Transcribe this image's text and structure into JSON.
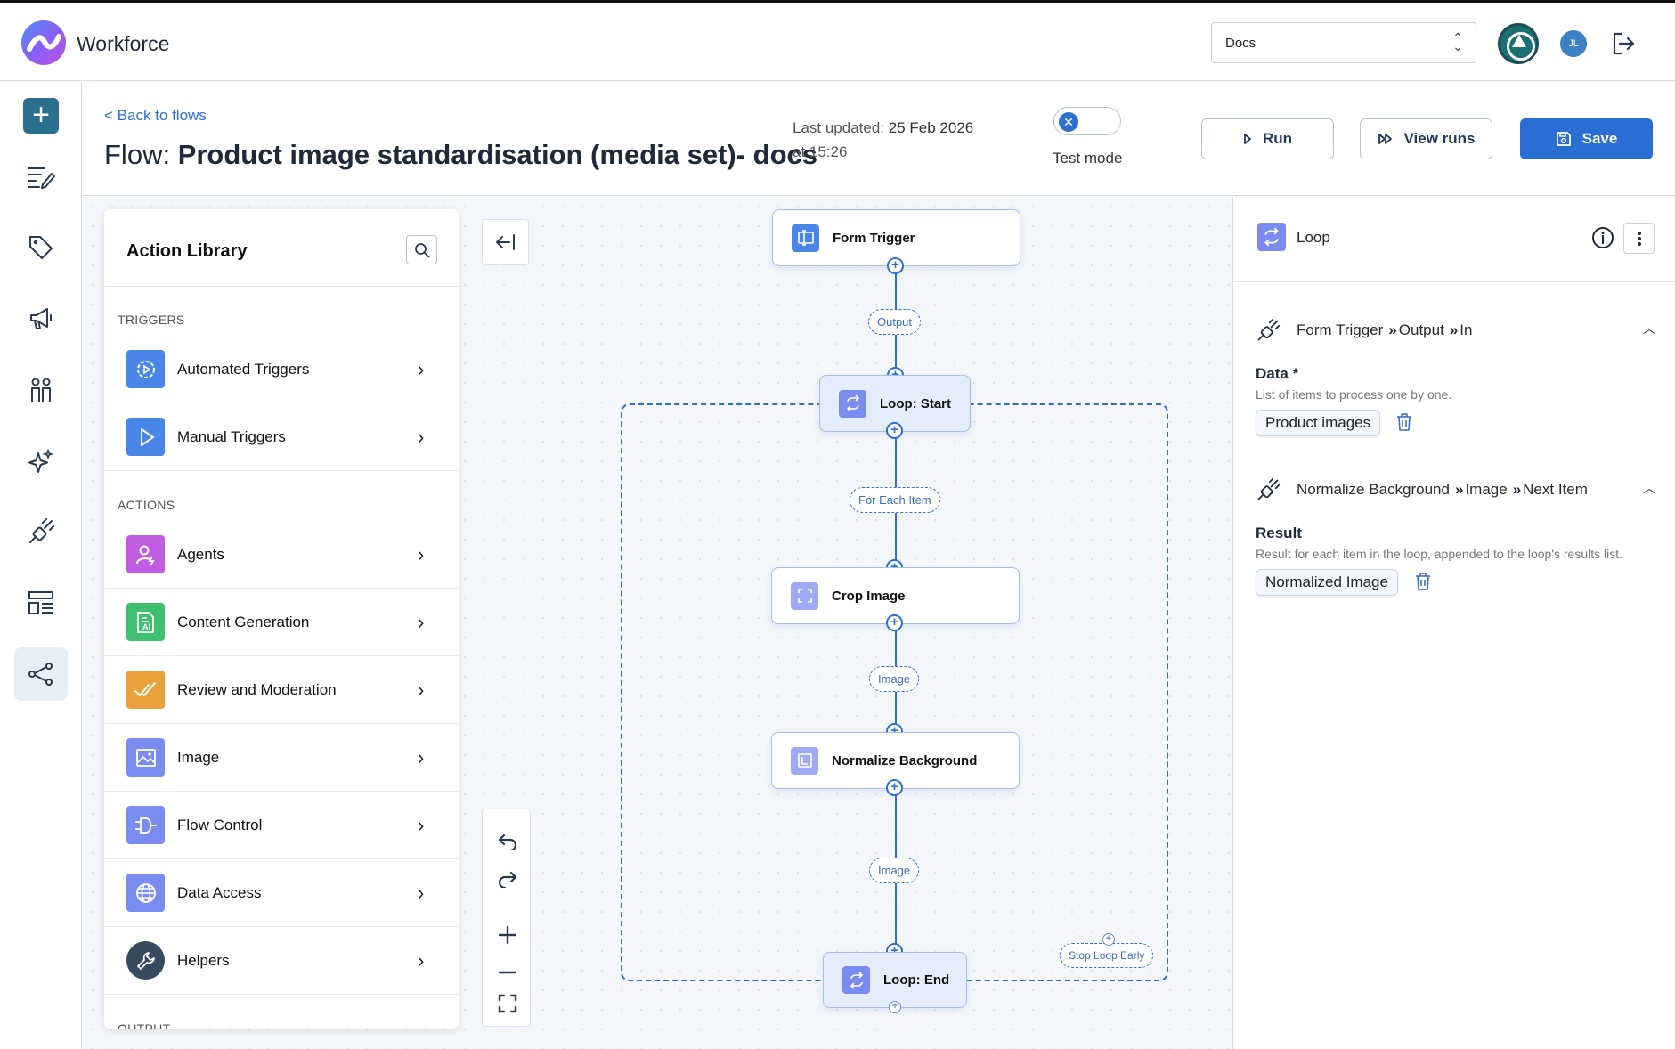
{
  "header": {
    "brand": "Workforce",
    "workspace_select": "Docs",
    "user_initials": "JL"
  },
  "sidebar": {
    "items": [
      "add-icon",
      "edit-icon",
      "tag-icon",
      "megaphone-icon",
      "people-icon",
      "sparkle-icon",
      "plug-icon",
      "layout-icon",
      "flow-icon"
    ],
    "active": "flow-icon"
  },
  "titlebar": {
    "back_link": "< Back to flows",
    "title_prefix": "Flow: ",
    "title_name": "Product image standardisation (media set)- docs",
    "updated_prefix": "Last updated: ",
    "updated_date": "25 Feb 2026",
    "updated_time": "at 15:26",
    "test_mode_label": "Test mode",
    "test_mode_on": false,
    "run_label": "Run",
    "view_runs_label": "View runs",
    "save_label": "Save"
  },
  "library": {
    "title": "Action Library",
    "triggers_heading": "TRIGGERS",
    "actions_heading": "ACTIONS",
    "output_heading": "OUTPUT",
    "triggers": [
      {
        "label": "Automated Triggers",
        "icon": "gear-play-icon",
        "color": "#4a86e8"
      },
      {
        "label": "Manual Triggers",
        "icon": "play-icon",
        "color": "#4a86e8"
      }
    ],
    "actions": [
      {
        "label": "Agents",
        "icon": "agent-icon",
        "color": "#c05ce0"
      },
      {
        "label": "Content Generation",
        "icon": "ai-doc-icon",
        "color": "#3fbf6f"
      },
      {
        "label": "Review and Moderation",
        "icon": "check-double-icon",
        "color": "#e9a23b"
      },
      {
        "label": "Image",
        "icon": "image-icon",
        "color": "#7b8cf0"
      },
      {
        "label": "Flow Control",
        "icon": "gate-icon",
        "color": "#7b8cf0"
      },
      {
        "label": "Data Access",
        "icon": "globe-icon",
        "color": "#7b8cf0"
      },
      {
        "label": "Helpers",
        "icon": "wrench-icon",
        "color": "#3a4a5e"
      }
    ]
  },
  "canvas": {
    "nodes": {
      "form_trigger": "Form Trigger",
      "loop_start": "Loop: Start",
      "crop_image": "Crop Image",
      "normalize_background": "Normalize Background",
      "loop_end": "Loop: End"
    },
    "edges": {
      "output": "Output",
      "for_each_item": "For Each Item",
      "image1": "Image",
      "image2": "Image",
      "stop_loop_early": "Stop Loop Early"
    }
  },
  "panel": {
    "title": "Loop",
    "conn1": {
      "from": "Form Trigger",
      "port": "Output",
      "to": "In"
    },
    "field1": {
      "label": "Data *",
      "desc": "List of items to process one by one.",
      "chip": "Product images"
    },
    "conn2": {
      "from": "Normalize Background",
      "port": "Image",
      "to": "Next Item"
    },
    "field2": {
      "label": "Result",
      "desc": "Result for each item in the loop, appended to the loop's results list.",
      "chip": "Normalized Image"
    }
  },
  "colors": {
    "accent": "#2b6ed3",
    "loop_node_bg": "#e3edfb"
  }
}
